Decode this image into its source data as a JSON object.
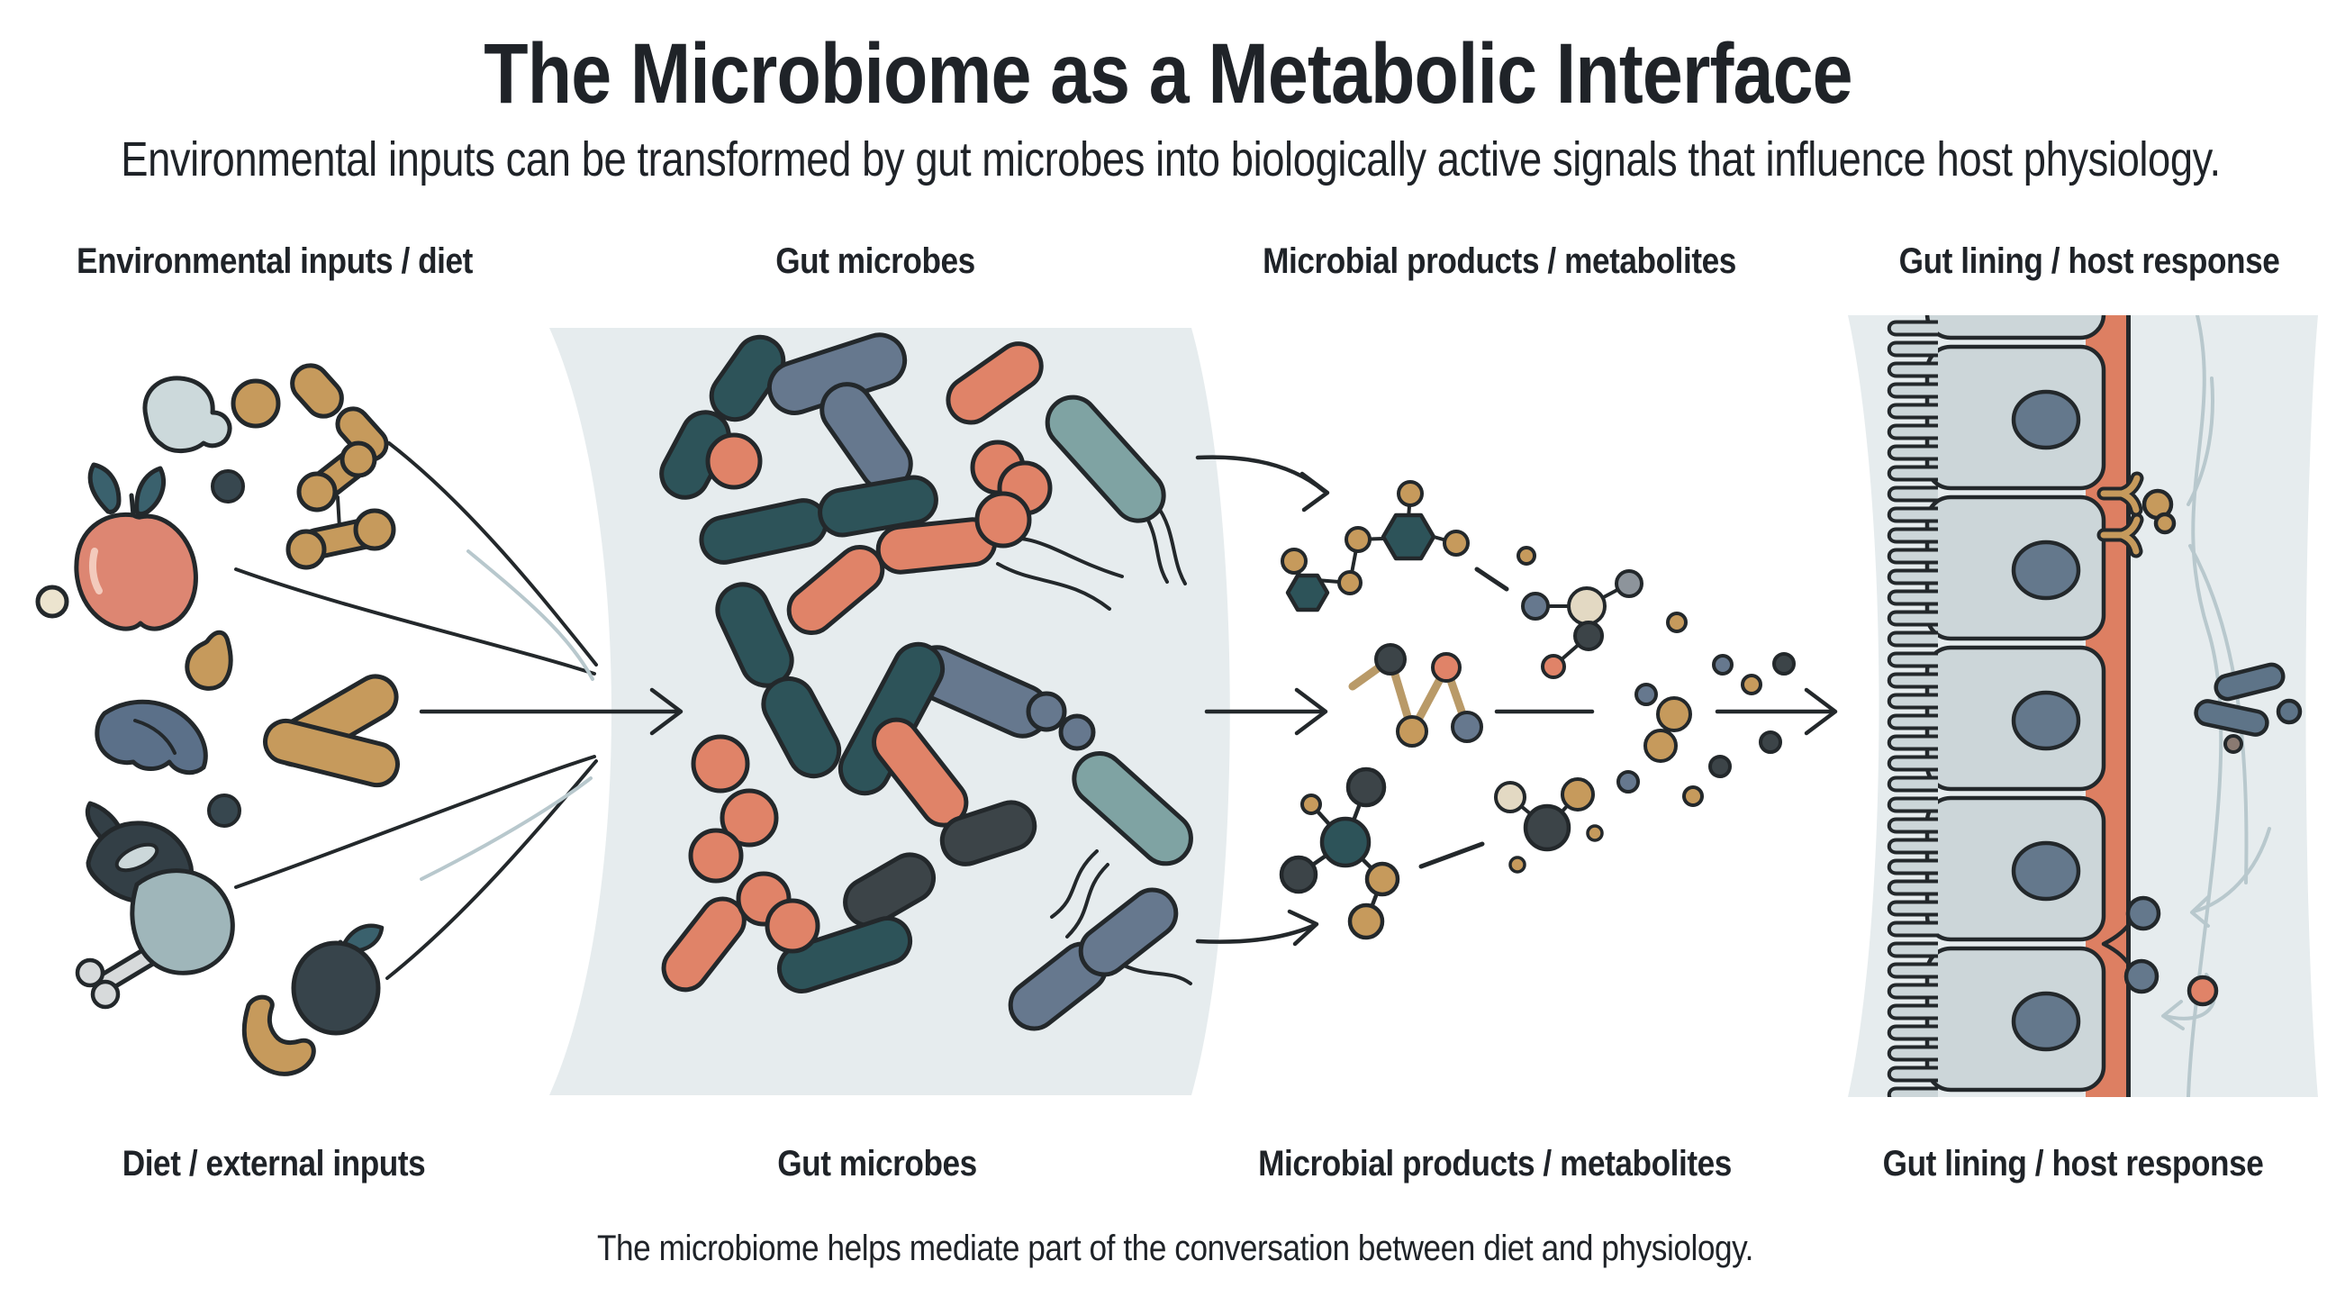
{
  "title": "The Microbiome as a Metabolic Interface",
  "subtitle": "Environmental inputs can be transformed by gut microbes into biologically active signals that influence host physiology.",
  "caption": "The microbiome helps mediate part of the conversation between diet and physiology.",
  "columns": [
    {
      "id": "diet",
      "header": "Environmental inputs / diet",
      "footer": "Diet / external inputs"
    },
    {
      "id": "microbes",
      "header": "Gut microbes",
      "footer": "Gut microbes"
    },
    {
      "id": "metabolites",
      "header": "Microbial products / metabolites",
      "footer": "Microbial products / metabolites"
    },
    {
      "id": "lining",
      "header": "Gut lining / host response",
      "footer": "Gut lining / host response"
    }
  ],
  "illustration": {
    "flow_arrows": [
      "diet-to-microbes",
      "microbes-to-metabolites",
      "metabolites-to-gut-lining"
    ],
    "diet_items": [
      "cloud",
      "grain-circle",
      "peanut",
      "nutrient-dumbbells",
      "apple",
      "seed-circle",
      "droplet",
      "bean-pod",
      "dark-berry-dots",
      "crossed-sausages",
      "fish",
      "chicken-drumstick",
      "plum",
      "pasta-elbow"
    ],
    "gut_microbes": {
      "rod_shaped": 22,
      "cocci": 11,
      "with_flagella": 4
    },
    "metabolites": {
      "molecules": 5,
      "diffusing_dots": 11
    },
    "gut_lining": {
      "epithelial_cells": 6,
      "features": [
        "microvilli-brush-border",
        "cell-nuclei",
        "basement-membrane",
        "surface-receptor",
        "secreted-vesicles",
        "immune-cell-signal"
      ]
    }
  },
  "colors": {
    "background": "#ffffff",
    "panel_band": "#e6ecee",
    "outline": "#23282b",
    "teal_rod": "#2d5359",
    "slate_rod": "#66788e",
    "gray_teal_rod": "#7fa3a3",
    "charcoal_rod": "#3c4448",
    "salmon": "#e08368",
    "tan": "#c69a5c",
    "cream": "#e3d9c3",
    "apple_red": "#dd8672",
    "leaf_teal": "#3a616d",
    "cell_fill": "#ccd6d9",
    "nucleus": "#64788c",
    "membrane_salmon": "#dd7f62",
    "soft_line": "#b8c8cd",
    "text": "#1f2328"
  }
}
